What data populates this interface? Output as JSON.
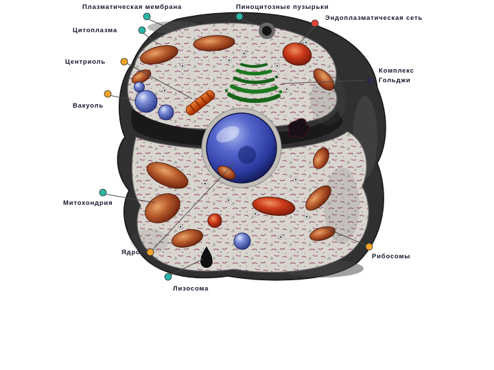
{
  "diagram": {
    "subject": "animal cell cutaway diagram",
    "labels": [
      {
        "id": "plasma-membrane",
        "text": "Плазматическая мембрана",
        "dot_color": "#2bb5a5"
      },
      {
        "id": "pinocytotic-vesicles",
        "text": "Пиноцитозные пузырьки",
        "dot_color": "#2bb5a5"
      },
      {
        "id": "endoplasmic-reticulum",
        "text": "Эндоплазматическая сеть",
        "dot_color": "#e2453a"
      },
      {
        "id": "cytoplasm",
        "text": "Цитоплазма",
        "dot_color": "#2bb5a5"
      },
      {
        "id": "centriole",
        "text": "Центриоль",
        "dot_color": "#f4a428"
      },
      {
        "id": "vacuole",
        "text": "Вакуоль",
        "dot_color": "#f4a428"
      },
      {
        "id": "golgi-complex",
        "text": "Комплекс Гольджи",
        "dot_color": "#2a2a4a"
      },
      {
        "id": "mitochondria",
        "text": "Митохондрия",
        "dot_color": "#2bb5a5"
      },
      {
        "id": "nucleus",
        "text": "Ядро",
        "dot_color": "#f4a428"
      },
      {
        "id": "lysosome",
        "text": "Лизосома",
        "dot_color": "#2bb5a5"
      },
      {
        "id": "ribosomes",
        "text": "Рибосомы",
        "dot_color": "#f4a428"
      }
    ],
    "colors": {
      "background": "#ffffff",
      "cell_body": "#d8d4ce",
      "cell_shadow": "#303030",
      "cut_face": "#191919",
      "nucleus": "#2b3aa0",
      "mitochondrion": "#b65a2c",
      "vacuole": "#3d52b8",
      "golgi": "#1c7a1f",
      "centriole": "#e06020",
      "er_speckle": "#a05a7c",
      "leader_line": "#4a4a4a"
    }
  }
}
